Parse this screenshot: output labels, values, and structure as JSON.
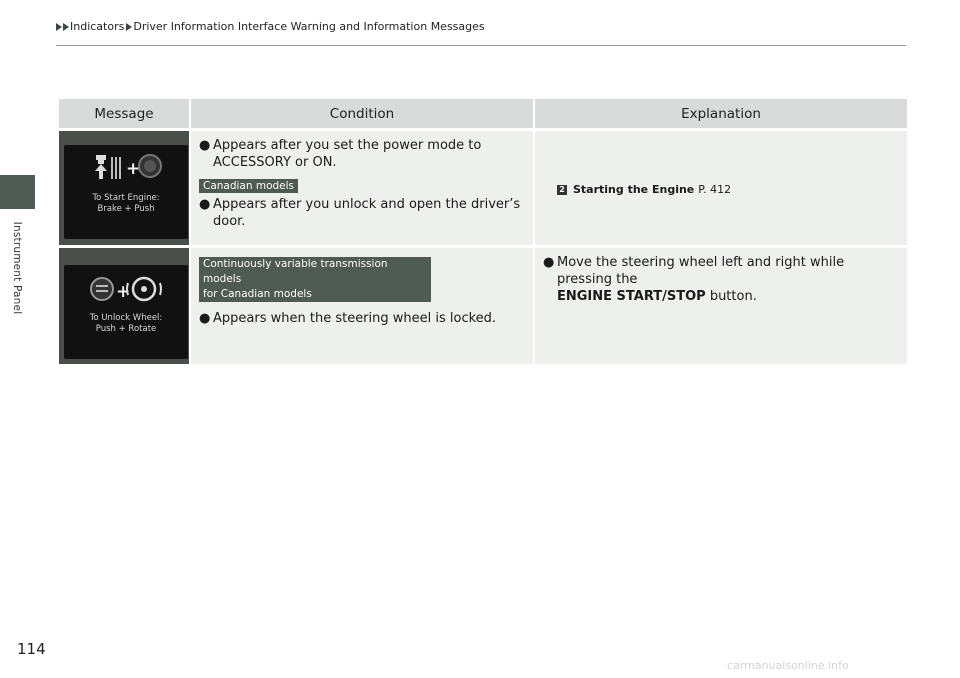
{
  "breadcrumb": {
    "item1": "Indicators",
    "item2": "Driver Information Interface Warning and Information Messages"
  },
  "side_label": "Instrument Panel",
  "page_number": "114",
  "watermark": "carmanualsonline.info",
  "table": {
    "headers": [
      "Message",
      "Condition",
      "Explanation"
    ],
    "rows": [
      {
        "screen_text_line1": "To Start Engine:",
        "screen_text_line2": "Brake + Push",
        "conditions": [
          "Appears after you set the power mode to ACCESSORY or ON.",
          "Appears after you unlock and open the driver’s door."
        ],
        "chip": "Canadian models",
        "explanation_ref_title": "Starting the Engine",
        "explanation_ref_page": "P. 412"
      },
      {
        "screen_text_line1": "To Unlock Wheel:",
        "screen_text_line2": "Push + Rotate",
        "chip_line1": "Continuously variable transmission models",
        "chip_line2": "for Canadian models",
        "conditions": [
          "Appears when the steering wheel is locked."
        ],
        "explanation_pre": "Move the steering wheel left and right while pressing the",
        "explanation_bold": "ENGINE START/STOP",
        "explanation_post": " button."
      }
    ]
  },
  "colors": {
    "header_bg": "#d8dbd9",
    "cell_bg": "#eef0ee",
    "chip_bg": "#4f5a52",
    "side_tab": "#4f5a52"
  }
}
